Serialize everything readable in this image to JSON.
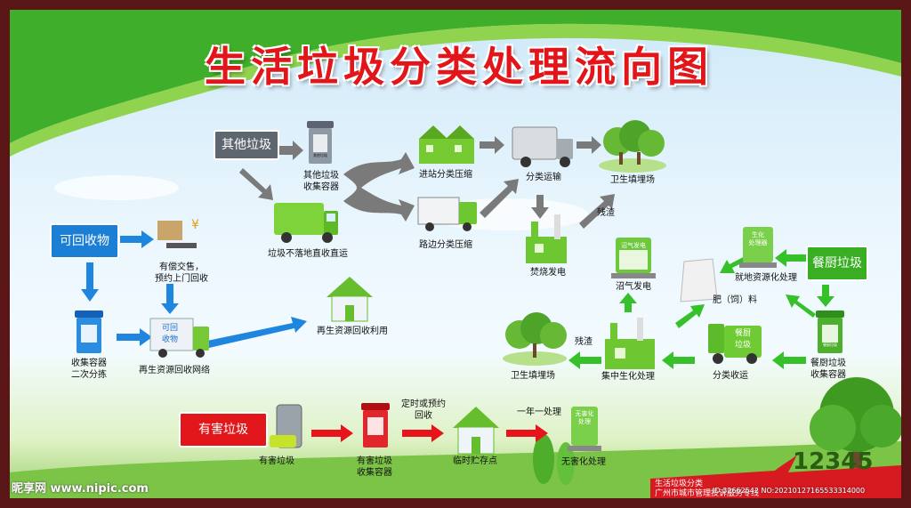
{
  "title": "生活垃圾分类处理流向图",
  "categories": {
    "other": "其他垃圾",
    "recyclable": "可回收物",
    "kitchen": "餐厨垃圾",
    "hazardous": "有害垃圾"
  },
  "nodes": {
    "other_bin": "其他垃圾\n收集容器",
    "direct_truck": "垃圾不落地直收直运",
    "station": "进站分类压缩",
    "roadside": "路边分类压缩",
    "class_transport": "分类运输",
    "landfill_top": "卫生填埋场",
    "residue_top": "残渣",
    "incineration": "焚烧发电",
    "paid_trade": "有偿交售，\n预约上门回收",
    "collect_secondary": "收集容器\n二次分拣",
    "recycle_network": "再生资源回收网络",
    "recycle_use": "再生资源回收利用",
    "truck_label_recycle": "可回\n收物",
    "biogas": "沼气发电",
    "biogas_sign": "沼气发电",
    "local_process": "就地资源化处理",
    "local_sign": "生化\n处理器",
    "fertilizer": "肥（饲）料",
    "kitchen_bin": "餐厨垃圾\n收集容器",
    "kitchen_collect": "分类收运",
    "truck_label_kitchen": "餐厨\n垃圾",
    "central": "集中生化处理",
    "residue_bottom": "残渣",
    "landfill_bottom": "卫生填埋场",
    "haz_item": "有害垃圾",
    "haz_bin": "有害垃圾\n收集容器",
    "scheduled": "定时或预约\n回收",
    "temp_storage": "临时贮存点",
    "one_year": "一年一处理",
    "harmless": "无害化处理",
    "harmless_sign": "无害化\n处理",
    "bin_other_label": "其他垃圾",
    "bin_kitchen_label": "餐厨垃圾"
  },
  "footer": {
    "hotline": "12345",
    "line1": "生活垃圾分类",
    "line2": "广州市城市管理投诉服务专线",
    "watermark_left": "昵享网 www.nipic.com",
    "watermark_right": "ID:32662542 NO:20210127165533314000"
  },
  "colors": {
    "title_red": "#e2161a",
    "arrow_blue": "#1f86e0",
    "arrow_green": "#36c02a",
    "arrow_red": "#e8141b",
    "arrow_gray": "#7a7a7a",
    "frame": "#5a1616"
  }
}
